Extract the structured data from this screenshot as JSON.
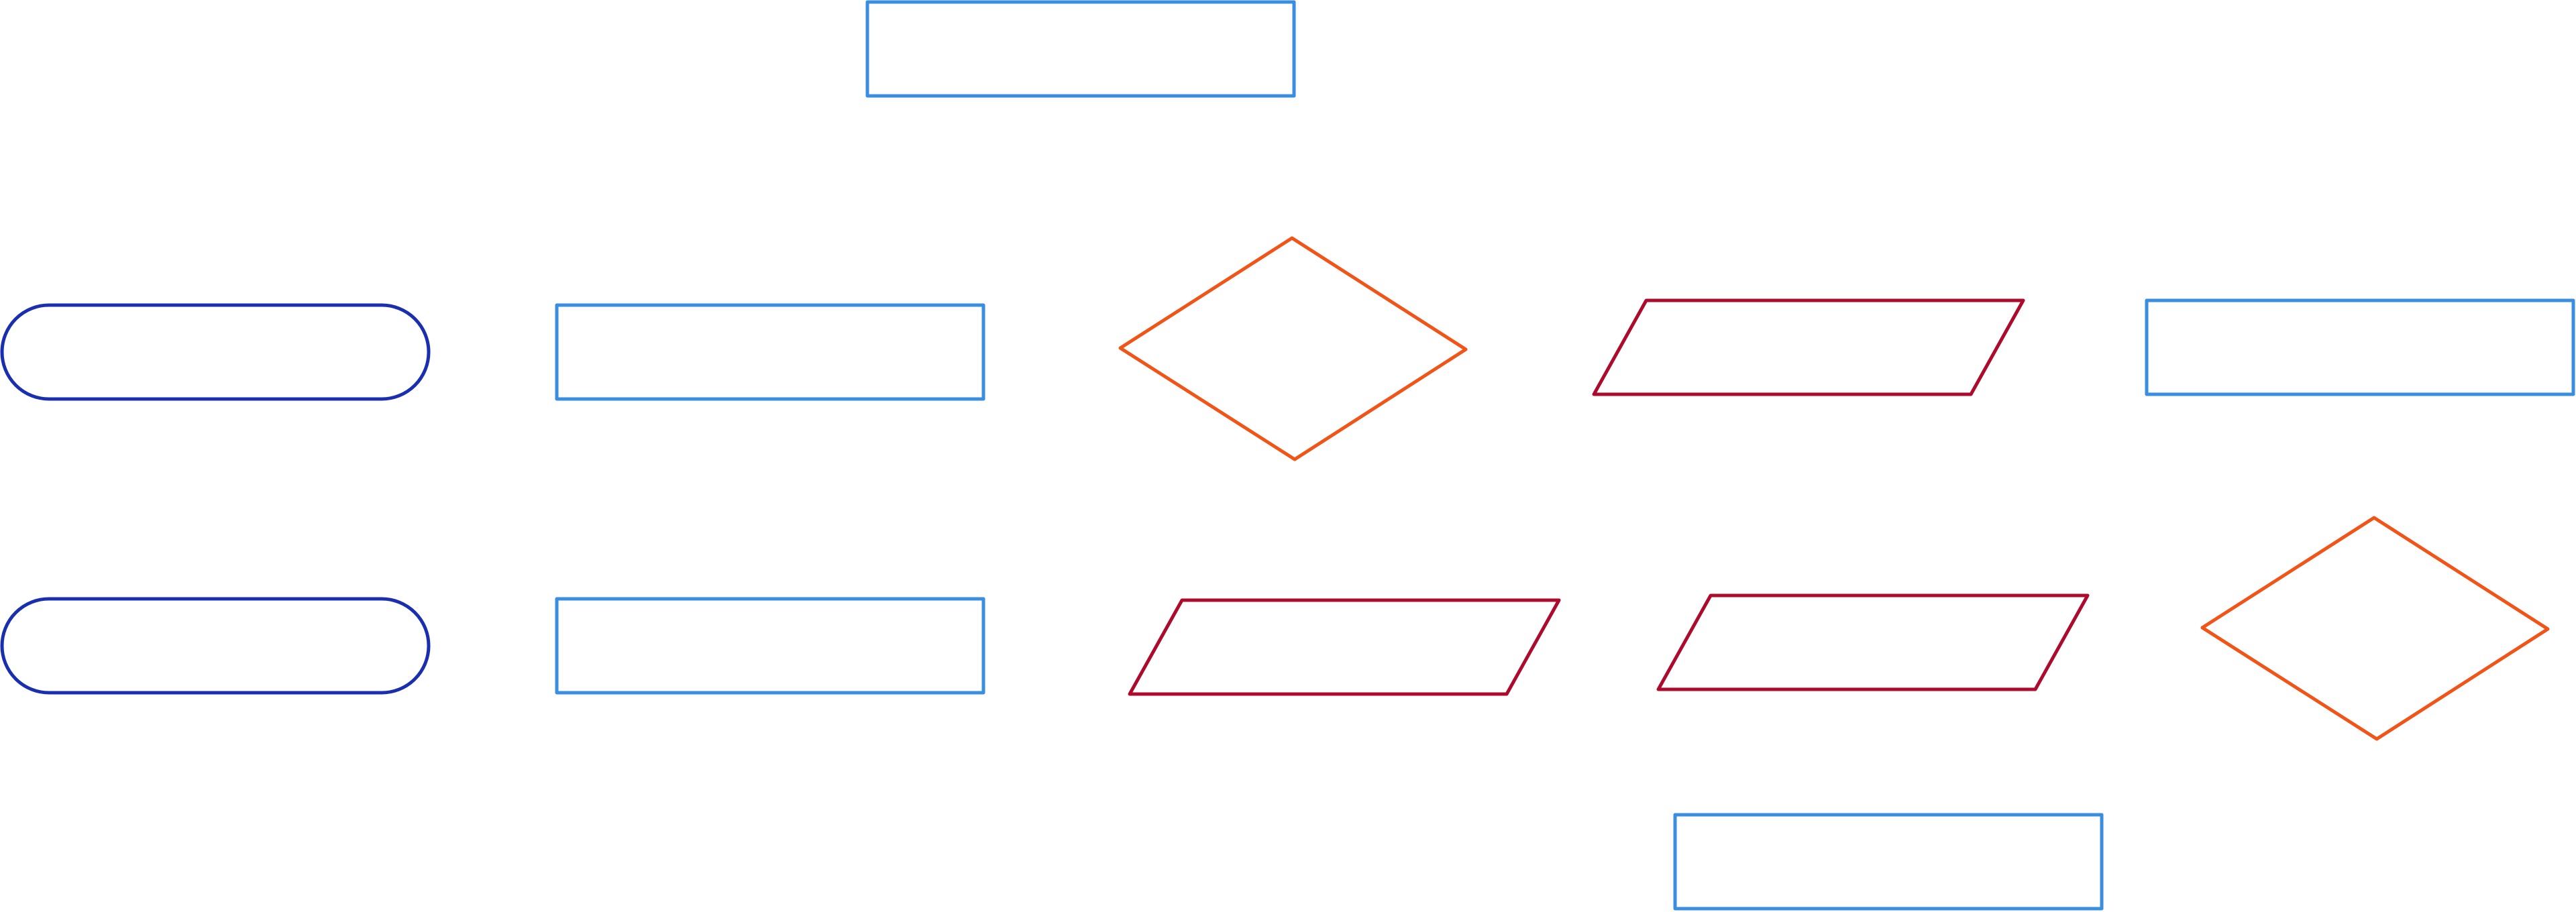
{
  "diagram": {
    "type": "flowchart",
    "colors": {
      "terminal": "#1a2fb0",
      "process": "#3a8ee0",
      "decision": "#f25418",
      "io": "#ad0a2c"
    },
    "shapes": [
      {
        "id": "terminal-1",
        "kind": "terminal",
        "label": ""
      },
      {
        "id": "terminal-2",
        "kind": "terminal",
        "label": ""
      },
      {
        "id": "process-top",
        "kind": "process",
        "label": ""
      },
      {
        "id": "process-1",
        "kind": "process",
        "label": ""
      },
      {
        "id": "process-2",
        "kind": "process",
        "label": ""
      },
      {
        "id": "process-right",
        "kind": "process",
        "label": ""
      },
      {
        "id": "process-bottom",
        "kind": "process",
        "label": ""
      },
      {
        "id": "decision-1",
        "kind": "decision",
        "label": ""
      },
      {
        "id": "decision-2",
        "kind": "decision",
        "label": ""
      },
      {
        "id": "io-1",
        "kind": "io",
        "label": ""
      },
      {
        "id": "io-2",
        "kind": "io",
        "label": ""
      },
      {
        "id": "io-3",
        "kind": "io",
        "label": ""
      }
    ]
  }
}
